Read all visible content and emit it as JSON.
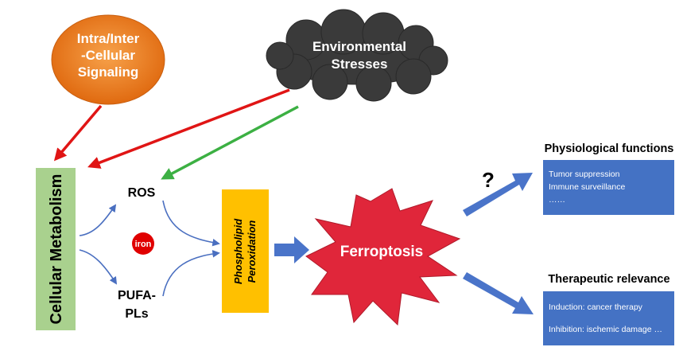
{
  "nodes": {
    "signaling": {
      "lines": [
        "Intra/Inter",
        "-Cellular",
        "Signaling"
      ]
    },
    "environment": {
      "lines": [
        "Environmental",
        "Stresses"
      ]
    },
    "metabolism": {
      "label": "Cellular Metabolism"
    },
    "ros": {
      "label": "ROS"
    },
    "iron": {
      "label": "iron"
    },
    "pufa": {
      "lines": [
        "PUFA-",
        "PLs"
      ]
    },
    "peroxidation": {
      "lines": [
        "Phospholipid",
        "Peroxidation"
      ]
    },
    "ferroptosis": {
      "label": "Ferroptosis"
    },
    "question": {
      "label": "?"
    }
  },
  "physiological": {
    "title": "Physiological functions",
    "items": [
      "Tumor suppression",
      "Immune surveillance",
      "……"
    ]
  },
  "therapeutic": {
    "title": "Therapeutic relevance",
    "items": [
      "Induction: cancer therapy",
      "Inhibition: ischemic damage …"
    ]
  },
  "colors": {
    "signaling_orange": "#ec7a1c",
    "cloud_dark": "#3a3a3a",
    "metabolism_green": "#a9d18e",
    "peroxidation_yellow": "#ffc000",
    "ferroptosis_red": "#e0263a",
    "iron_red": "#e00000",
    "box_blue": "#4472c4",
    "arrow_blue": "#4a74c9",
    "arrow_red": "#e01515",
    "arrow_green": "#3cb043"
  }
}
